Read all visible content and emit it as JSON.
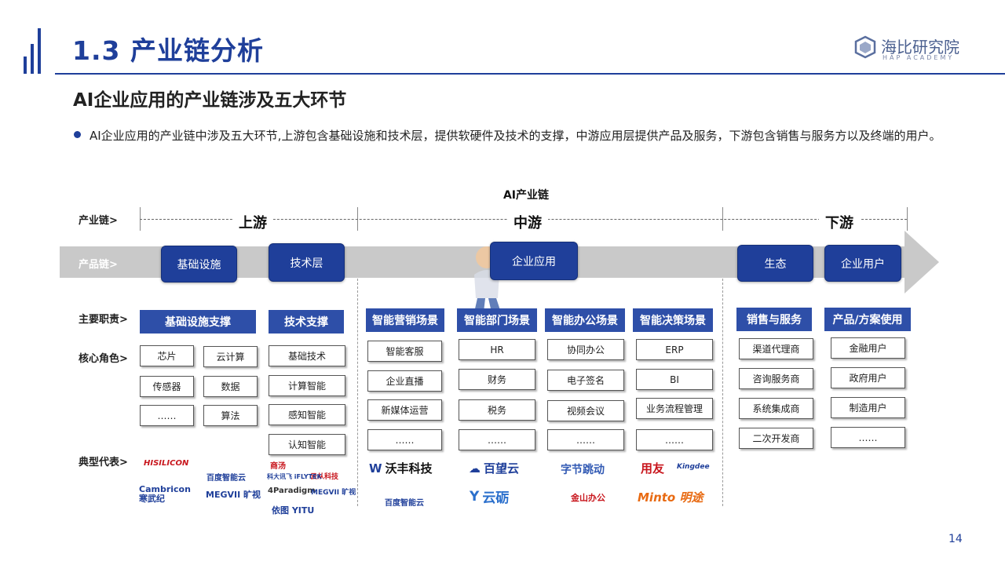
{
  "header": {
    "title": "1.3 产业链分析",
    "logo_name": "海比研究院",
    "logo_sub": "HAP ACADEMY"
  },
  "subtitle": "AI企业应用的产业链涉及五大环节",
  "bullet": "AI企业应用的产业链中涉及五大环节,上游包含基础设施和技术层，提供软硬件及技术的支撑，中游应用层提供产品及服务，下游包含销售与服务方以及终端的用户。",
  "diagram": {
    "title": "AI产业链",
    "row_labels": {
      "chain": "产业链>",
      "product": "产品链>",
      "duties": "主要职责>",
      "roles": "核心角色>",
      "reps": "典型代表>"
    },
    "stages": {
      "up": "上游",
      "mid": "中游",
      "down": "下游"
    },
    "products": [
      "基础设施",
      "技术层",
      "企业应用",
      "生态",
      "企业用户"
    ],
    "duties": [
      "基础设施支撑",
      "技术支撑",
      "智能营销场景",
      "智能部门场景",
      "智能办公场景",
      "智能决策场景",
      "销售与服务",
      "产品/方案使用"
    ],
    "roles": {
      "infra": [
        "芯片",
        "云计算",
        "传感器",
        "数据",
        "……",
        "算法"
      ],
      "tech": [
        "基础技术",
        "计算智能",
        "感知智能",
        "认知智能"
      ],
      "marketing": [
        "智能客服",
        "企业直播",
        "新媒体运营",
        "……"
      ],
      "dept": [
        "HR",
        "财务",
        "税务",
        "……"
      ],
      "office": [
        "协同办公",
        "电子签名",
        "视频会议",
        "……"
      ],
      "decision": [
        "ERP",
        "BI",
        "业务流程管理",
        "……"
      ],
      "sales": [
        "渠道代理商",
        "咨询服务商",
        "系统集成商",
        "二次开发商"
      ],
      "users": [
        "金融用户",
        "政府用户",
        "制造用户",
        "……"
      ]
    },
    "reps": {
      "infra": [
        "HISILICON",
        "百度智能云",
        "Cambricon 寒武纪",
        "MEGVII 旷视"
      ],
      "tech": [
        "商汤",
        "云从科技",
        "科大讯飞 iFLYTEK",
        "4Paradigm",
        "MEGVII 旷视",
        "依图 YITU"
      ],
      "marketing": [
        "沃丰科技",
        "百度智能云"
      ],
      "dept": [
        "百望云",
        "云砺"
      ],
      "office": [
        "字节跳动",
        "金山办公"
      ],
      "decision": [
        "用友",
        "Kingdee",
        "Minto 明途"
      ]
    }
  },
  "page_number": "14",
  "colors": {
    "primary": "#1f3f9a",
    "band": "#c9c9c9"
  }
}
